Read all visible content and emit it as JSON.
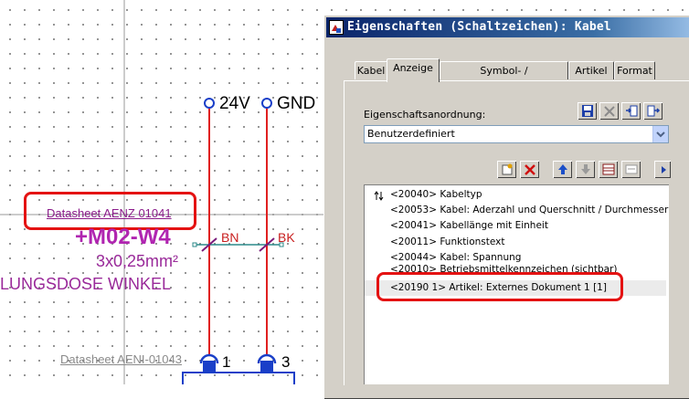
{
  "schematic": {
    "rails": [
      {
        "label": "24V"
      },
      {
        "label": "GND"
      }
    ],
    "datasheet_cable": "Datasheet  AENZ 01041",
    "cable_id": "+M02-W4",
    "cable_spec": "3x0,25mm²",
    "housing_label": "LUNGSDOSE WINKEL",
    "cores": [
      {
        "label": "BN"
      },
      {
        "label": "BK"
      }
    ],
    "datasheet_connector": "Datasheet  AENI-01043",
    "pins": [
      {
        "label": "1"
      },
      {
        "label": "3"
      }
    ]
  },
  "dialog": {
    "title": "Eigenschaften (Schaltzeichen): Kabel",
    "tabs": [
      {
        "label": "Kabel"
      },
      {
        "label": "Anzeige"
      },
      {
        "label": "Symbol- / Funktionsdaten"
      },
      {
        "label": "Artikel"
      },
      {
        "label": "Format"
      }
    ],
    "active_tab": "Anzeige",
    "arrangement_label": "Eigenschaftsanordnung:",
    "arrangement_value": "Benutzerdefiniert",
    "properties": [
      {
        "text": "<20040> Kabeltyp"
      },
      {
        "text": "<20053> Kabel: Aderzahl und Querschnitt / Durchmesser"
      },
      {
        "text": "<20041> Kabellänge mit Einheit"
      },
      {
        "text": "<20011> Funktionstext"
      },
      {
        "text": "<20044> Kabel: Spannung"
      },
      {
        "text": "<20010> Betriebsmittelkennzeichen (sichtbar)"
      },
      {
        "text": "<20190 1> Artikel: Externes Dokument 1 [1]"
      }
    ],
    "selected_property_index": 6
  },
  "colors": {
    "wire": "#e02020",
    "connection_line": "#2b8a8a",
    "cable_text": "#b025b0",
    "highlight": "#e41212",
    "titlebar": "#0a246a"
  }
}
